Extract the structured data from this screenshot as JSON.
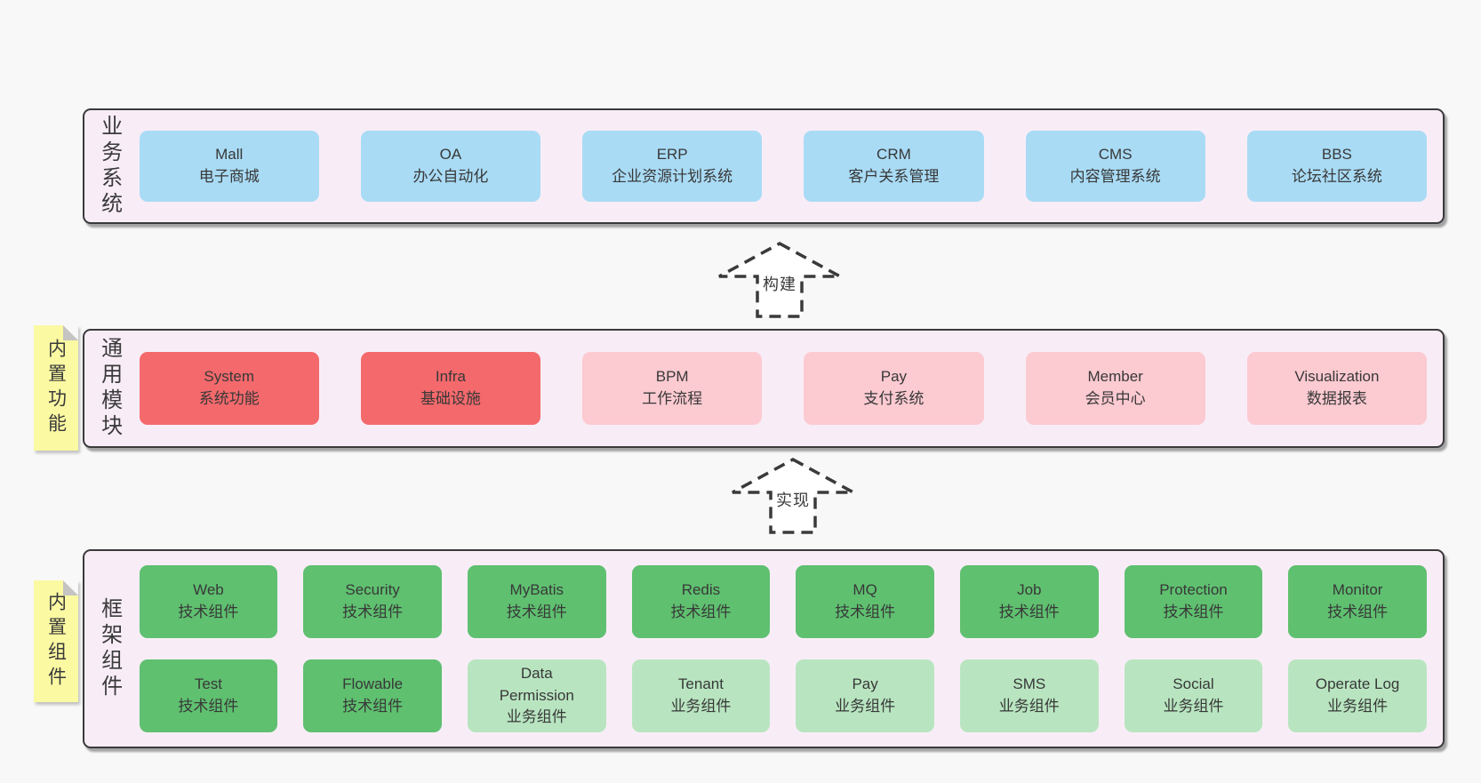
{
  "colors": {
    "page_background": "#f8f8f8",
    "panel_background": "#f8edf7",
    "panel_border": "#3a3a3a",
    "blue_box": "#a9dbf5",
    "red_box": "#f4696c",
    "pink_box": "#fccad1",
    "green_box": "#5fc070",
    "light_green_box": "#b8e5c0",
    "sticky_yellow": "#fbf9a2",
    "text": "#3a3a3a"
  },
  "arrows": {
    "build": "构建",
    "implement": "实现"
  },
  "stickies": {
    "builtin_features": "内置功能",
    "builtin_components": "内置组件"
  },
  "panels": {
    "business": {
      "side_label": "业务系统",
      "boxes": [
        {
          "name": "Mall",
          "desc": "电子商城"
        },
        {
          "name": "OA",
          "desc": "办公自动化"
        },
        {
          "name": "ERP",
          "desc": "企业资源计划系统"
        },
        {
          "name": "CRM",
          "desc": "客户关系管理"
        },
        {
          "name": "CMS",
          "desc": "内容管理系统"
        },
        {
          "name": "BBS",
          "desc": "论坛社区系统"
        }
      ]
    },
    "modules": {
      "side_label": "通用模块",
      "boxes": [
        {
          "name": "System",
          "desc": "系统功能",
          "variant": "red"
        },
        {
          "name": "Infra",
          "desc": "基础设施",
          "variant": "red"
        },
        {
          "name": "BPM",
          "desc": "工作流程",
          "variant": "pink"
        },
        {
          "name": "Pay",
          "desc": "支付系统",
          "variant": "pink"
        },
        {
          "name": "Member",
          "desc": "会员中心",
          "variant": "pink"
        },
        {
          "name": "Visualization",
          "desc": "数据报表",
          "variant": "pink"
        }
      ]
    },
    "components": {
      "side_label": "框架组件",
      "row1": [
        {
          "name": "Web",
          "desc": "技术组件",
          "variant": "green"
        },
        {
          "name": "Security",
          "desc": "技术组件",
          "variant": "green"
        },
        {
          "name": "MyBatis",
          "desc": "技术组件",
          "variant": "green"
        },
        {
          "name": "Redis",
          "desc": "技术组件",
          "variant": "green"
        },
        {
          "name": "MQ",
          "desc": "技术组件",
          "variant": "green"
        },
        {
          "name": "Job",
          "desc": "技术组件",
          "variant": "green"
        },
        {
          "name": "Protection",
          "desc": "技术组件",
          "variant": "green"
        },
        {
          "name": "Monitor",
          "desc": "技术组件",
          "variant": "green"
        }
      ],
      "row2": [
        {
          "name": "Test",
          "desc": "技术组件",
          "variant": "green"
        },
        {
          "name": "Flowable",
          "desc": "技术组件",
          "variant": "green"
        },
        {
          "name": "Data Permission",
          "desc": "业务组件",
          "variant": "light"
        },
        {
          "name": "Tenant",
          "desc": "业务组件",
          "variant": "light"
        },
        {
          "name": "Pay",
          "desc": "业务组件",
          "variant": "light"
        },
        {
          "name": "SMS",
          "desc": "业务组件",
          "variant": "light"
        },
        {
          "name": "Social",
          "desc": "业务组件",
          "variant": "light"
        },
        {
          "name": "Operate Log",
          "desc": "业务组件",
          "variant": "light"
        }
      ]
    }
  }
}
